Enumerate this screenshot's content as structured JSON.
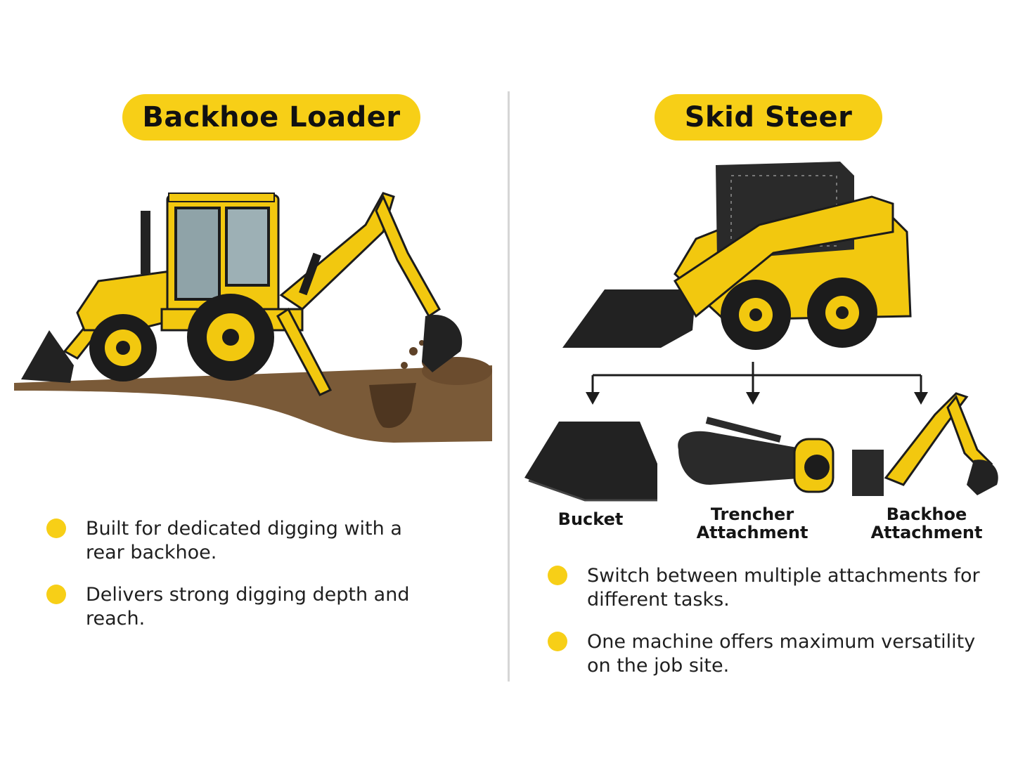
{
  "left": {
    "title": "Backhoe Loader",
    "bullets": [
      "Built for dedicated digging with a rear backhoe.",
      "Delivers strong digging depth and reach."
    ]
  },
  "right": {
    "title": "Skid Steer",
    "attachments": [
      {
        "label": "Bucket"
      },
      {
        "label": "Trencher Attachment"
      },
      {
        "label": "Backhoe Attachment"
      }
    ],
    "bullets": [
      "Switch between multiple attachments for different tasks.",
      "One machine offers maximum versatility on the job site."
    ]
  },
  "colors": {
    "accent": "#f7cf17",
    "machine_yellow": "#f2c80f",
    "dark": "#1c1c1c",
    "soil": "#7a5a38",
    "divider": "#d6d6d6"
  },
  "icons": [
    "backhoe-loader-illustration",
    "skid-steer-illustration",
    "bucket-attachment-icon",
    "trencher-attachment-icon",
    "backhoe-attachment-icon",
    "arrow-down-icon"
  ]
}
